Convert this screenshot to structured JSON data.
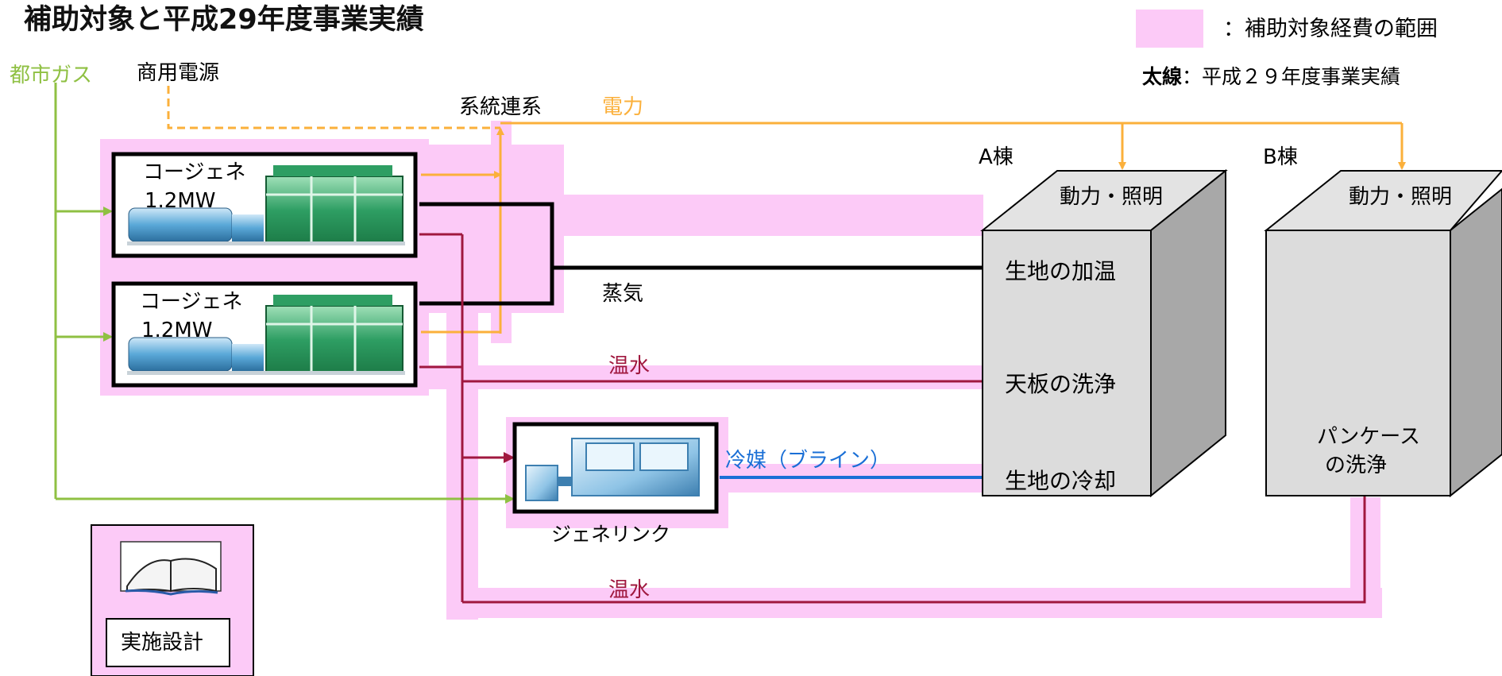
{
  "title": "補助対象と平成29年度事業実績",
  "legend": {
    "swatch_text": "：補助対象経費の範囲",
    "thick_bold": "太線",
    "thick_rest": "：平成２９年度事業実績",
    "swatch_color": "#fccaf7"
  },
  "sources": {
    "city_gas": "都市ガス",
    "commercial_power": "商用電源",
    "grid_connection": "系統連系",
    "power": "電力"
  },
  "cogens": [
    {
      "line1": "コージェネ",
      "line2": "1.2MW"
    },
    {
      "line1": "コージェネ",
      "line2": "1.2MW"
    }
  ],
  "flows": {
    "steam": "蒸気",
    "hot_water_1": "温水",
    "hot_water_2": "温水",
    "brine": "冷媒（ブライン）"
  },
  "genelink": "ジェネリンク",
  "building_a": {
    "name": "A棟",
    "roof": "動力・照明",
    "uses": [
      "生地の加温",
      "天板の洗浄",
      "生地の冷却"
    ]
  },
  "building_b": {
    "name": "B棟",
    "roof": "動力・照明",
    "use_line1": "パンケース",
    "use_line2": "の洗浄"
  },
  "design": "実施設計",
  "colors": {
    "gas": "#8fc043",
    "power": "#fbb03b",
    "hot_water": "#a0183f",
    "brine": "#1a6fd6",
    "steam": "#000000",
    "highlight": "#fccaf7"
  }
}
